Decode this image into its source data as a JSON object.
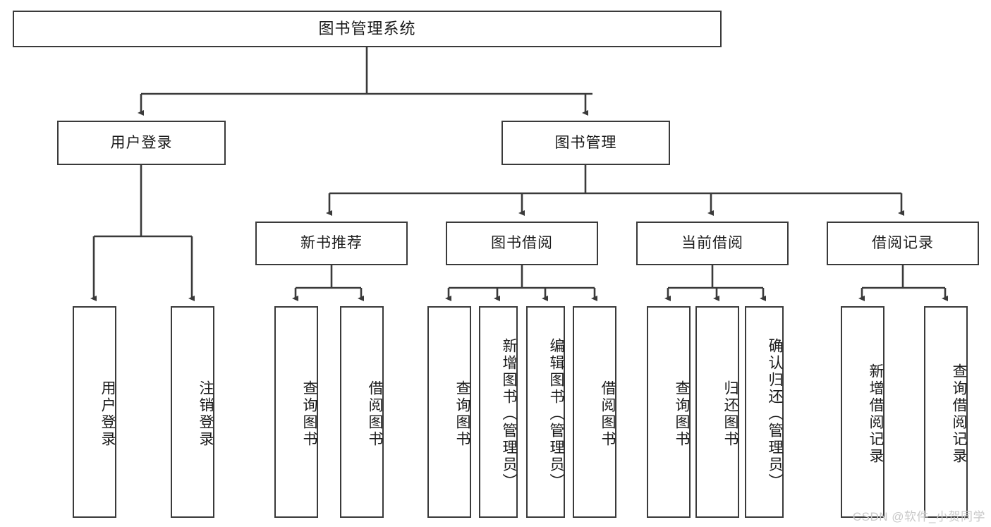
{
  "diagram": {
    "title": "图书管理系统",
    "watermark": "CSDN @软件_小贺同学",
    "line_color": "#3a3a3a",
    "box_fill": "#ffffff",
    "text_color": "#1a1a1a",
    "root": {
      "label": "图书管理系统"
    },
    "level2": [
      {
        "label": "用户登录"
      },
      {
        "label": "图书管理"
      }
    ],
    "level3": [
      {
        "label": "新书推荐"
      },
      {
        "label": "图书借阅"
      },
      {
        "label": "当前借阅"
      },
      {
        "label": "借阅记录"
      }
    ],
    "leaves": [
      {
        "label": "用户登录",
        "parent": "用户登录"
      },
      {
        "label": "注销登录",
        "parent": "用户登录"
      },
      {
        "label": "查询图书",
        "parent": "新书推荐"
      },
      {
        "label": "借阅图书",
        "parent": "新书推荐"
      },
      {
        "label": "查询图书",
        "parent": "图书借阅"
      },
      {
        "label": "新增图书（管理员）",
        "parent": "图书借阅"
      },
      {
        "label": "编辑图书（管理员）",
        "parent": "图书借阅"
      },
      {
        "label": "借阅图书",
        "parent": "图书借阅"
      },
      {
        "label": "查询图书",
        "parent": "当前借阅"
      },
      {
        "label": "归还图书",
        "parent": "当前借阅"
      },
      {
        "label": "确认归还（管理员）",
        "parent": "当前借阅"
      },
      {
        "label": "新增借阅记录",
        "parent": "借阅记录"
      },
      {
        "label": "查询借阅记录",
        "parent": "借阅记录"
      }
    ]
  }
}
